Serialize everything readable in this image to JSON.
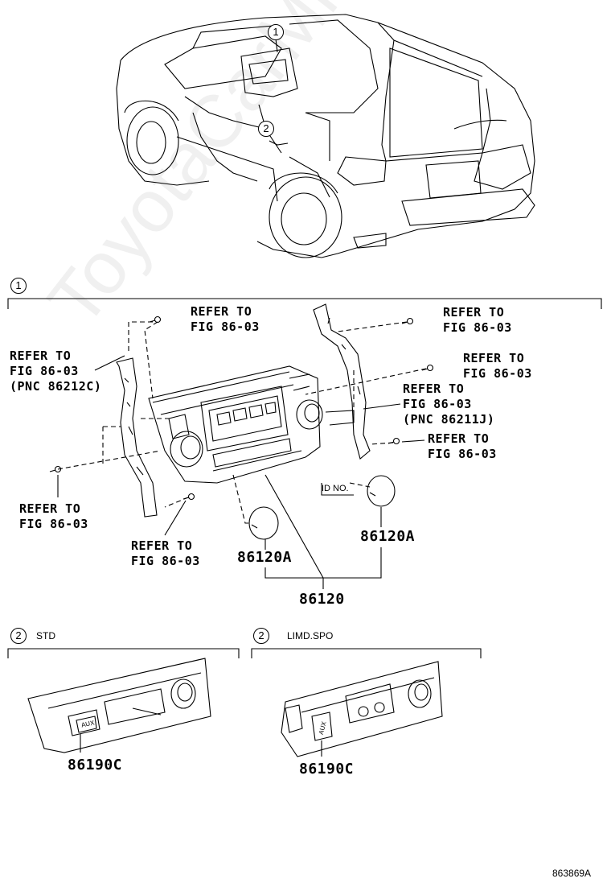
{
  "watermark": "ToyotaCarMine.ru",
  "overview": {
    "callout_1": "1",
    "callout_2": "2"
  },
  "section1": {
    "callout": "1",
    "labels": {
      "refer_top_center": "REFER TO\nFIG 86-03",
      "refer_left_pnc": "REFER TO\nFIG 86-03\n(PNC 86212C)",
      "refer_top_right": "REFER TO\nFIG 86-03",
      "refer_right_mid": "REFER TO\nFIG 86-03",
      "refer_right_pnc": "REFER TO\nFIG 86-03\n(PNC 86211J)",
      "refer_right_low": "REFER TO\nFIG 86-03",
      "refer_left_low": "REFER TO\nFIG 86-03",
      "refer_bottom_center": "REFER TO\nFIG 86-03",
      "id_no": "ID NO."
    },
    "parts": {
      "knob_left": "86120A",
      "knob_right": "86120A",
      "unit": "86120"
    }
  },
  "section2_std": {
    "callout": "2",
    "title": "STD",
    "part": "86190C",
    "switch_text": "AUX"
  },
  "section2_limd": {
    "callout": "2",
    "title": "LIMD.SPO",
    "part": "86190C",
    "switch_text": "AUX"
  },
  "figure_id": "863869A"
}
